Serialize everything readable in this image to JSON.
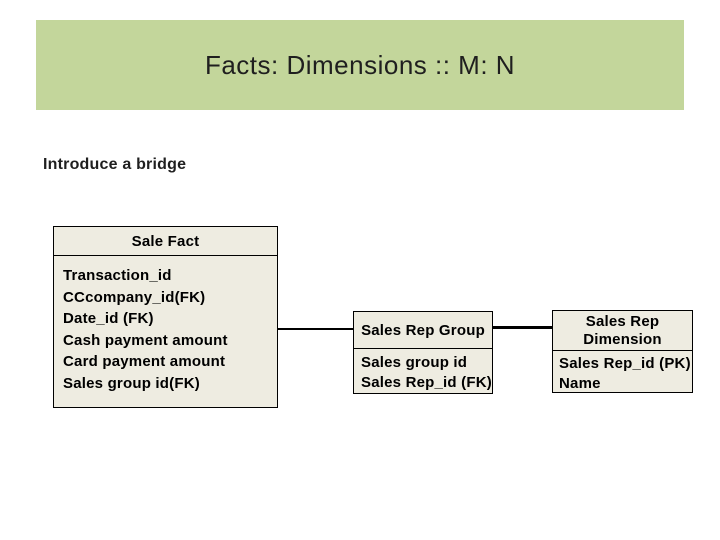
{
  "slide": {
    "title": "Facts: Dimensions :: M: N",
    "subtitle": "Introduce a bridge"
  },
  "diagram": {
    "entities": [
      {
        "name": "Sale Fact",
        "fields": [
          "Transaction_id",
          "CCcompany_id(FK)",
          "Date_id (FK)",
          "Cash payment amount",
          "Card payment amount",
          "Sales group id(FK)"
        ]
      },
      {
        "name": "Sales Rep Group",
        "fields": [
          "Sales group id",
          "Sales Rep_id (FK)"
        ]
      },
      {
        "name": "Sales Rep Dimension",
        "fields": [
          "Sales Rep_id (PK)",
          "Name"
        ]
      }
    ],
    "connectors": [
      "sale-fact to sales-rep-group",
      "sales-rep-group to sales-rep-dimension"
    ],
    "colors": {
      "title_bar": "#c3d69b",
      "entity_fill": "#eeece1",
      "border": "#000000",
      "connector": "#000000"
    }
  }
}
